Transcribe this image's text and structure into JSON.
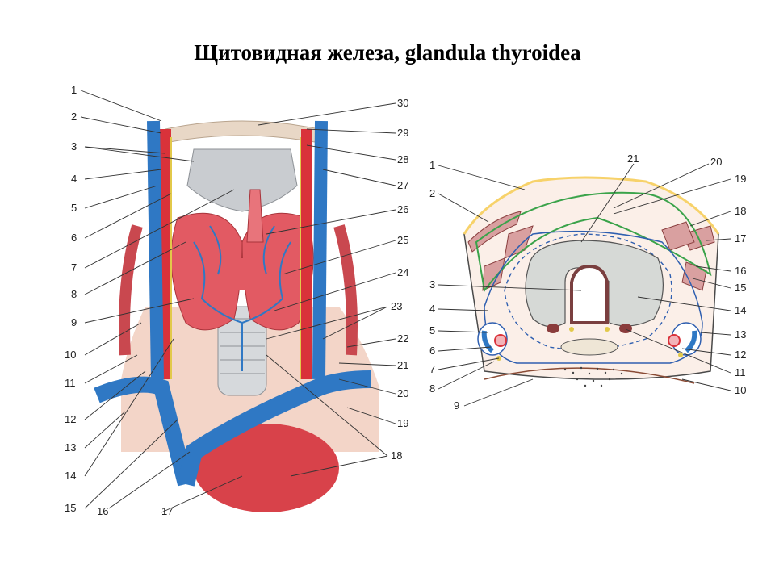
{
  "title": "Щитовидная железа, glandula thyroidea",
  "left_figure": {
    "labels_left": [
      "1",
      "2",
      "3",
      "4",
      "5",
      "6",
      "7",
      "8",
      "9",
      "10",
      "11",
      "12",
      "13",
      "14",
      "15",
      "16"
    ],
    "labels_right": [
      "30",
      "29",
      "28",
      "27",
      "26",
      "25",
      "24",
      "23",
      "22",
      "21",
      "20",
      "19",
      "18",
      "17"
    ]
  },
  "right_figure": {
    "labels_left": [
      "1",
      "2",
      "3",
      "4",
      "5",
      "6",
      "7",
      "8",
      "9"
    ],
    "labels_right": [
      "21",
      "20",
      "19",
      "18",
      "17",
      "16",
      "15",
      "14",
      "13",
      "12",
      "11",
      "10"
    ]
  },
  "colors": {
    "artery": "#d9323a",
    "vein": "#2f78c4",
    "thyroid": "#e25a63",
    "cartilage": "#bfc3c7",
    "fat": "#f7d26a",
    "nerve": "#e2c94a",
    "fascia_green": "#3aa34a",
    "muscle": "#b5595c"
  }
}
